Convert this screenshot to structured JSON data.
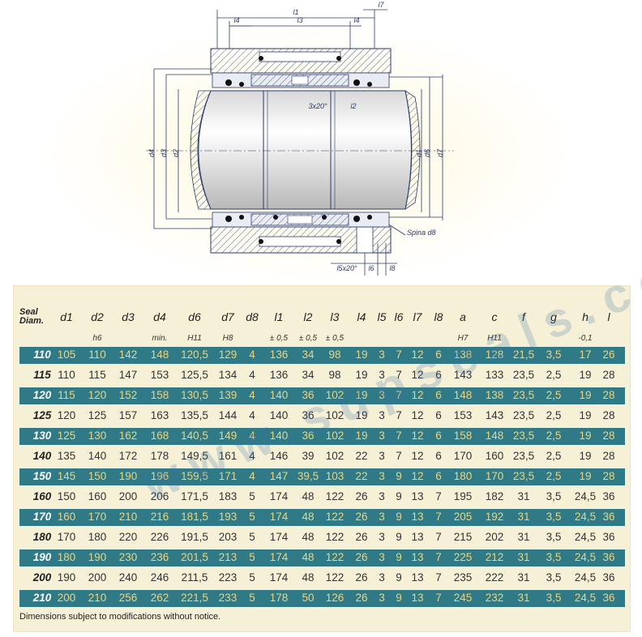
{
  "drawing": {
    "top_labels": [
      "l1",
      "l7",
      "l4",
      "l3",
      "l4"
    ],
    "inner_labels": [
      "3x20°",
      "l2"
    ],
    "left_labels": [
      "d4",
      "d3",
      "d2"
    ],
    "right_labels": [
      "d1",
      "d6",
      "d7"
    ],
    "bottom_labels": [
      "l5x20°",
      "l6",
      "l8"
    ],
    "spina_label": "Spina d8"
  },
  "table": {
    "headers": [
      "Seal Diam.",
      "d1",
      "d2",
      "d3",
      "d4",
      "d6",
      "d7",
      "d8",
      "l1",
      "l2",
      "l3",
      "l4",
      "l5",
      "l6",
      "l7",
      "l8",
      "a",
      "c",
      "f",
      "g",
      "h",
      "l"
    ],
    "subheaders": [
      "",
      "",
      "h6",
      "",
      "min.",
      "H11",
      "H8",
      "",
      "± 0,5",
      "± 0,5",
      "± 0,5",
      "",
      "",
      "",
      "",
      "",
      "H7",
      "H11",
      "",
      "",
      "-0,1",
      ""
    ],
    "rows": [
      [
        "110",
        "105",
        "110",
        "142",
        "148",
        "120,5",
        "129",
        "4",
        "136",
        "34",
        "98",
        "19",
        "3",
        "7",
        "12",
        "6",
        "138",
        "128",
        "21,5",
        "3,5",
        "17",
        "26"
      ],
      [
        "115",
        "110",
        "115",
        "147",
        "153",
        "125,5",
        "134",
        "4",
        "136",
        "34",
        "98",
        "19",
        "3",
        "7",
        "12",
        "6",
        "143",
        "133",
        "23,5",
        "2,5",
        "19",
        "28"
      ],
      [
        "120",
        "115",
        "120",
        "152",
        "158",
        "130,5",
        "139",
        "4",
        "140",
        "36",
        "102",
        "19",
        "3",
        "7",
        "12",
        "6",
        "148",
        "138",
        "23,5",
        "2,5",
        "19",
        "28"
      ],
      [
        "125",
        "120",
        "125",
        "157",
        "163",
        "135,5",
        "144",
        "4",
        "140",
        "36",
        "102",
        "19",
        "3",
        "7",
        "12",
        "6",
        "153",
        "143",
        "23,5",
        "2,5",
        "19",
        "28"
      ],
      [
        "130",
        "125",
        "130",
        "162",
        "168",
        "140,5",
        "149",
        "4",
        "140",
        "36",
        "102",
        "19",
        "3",
        "7",
        "12",
        "6",
        "158",
        "148",
        "23,5",
        "2,5",
        "19",
        "28"
      ],
      [
        "140",
        "135",
        "140",
        "172",
        "178",
        "149,5",
        "161",
        "4",
        "146",
        "39",
        "102",
        "22",
        "3",
        "7",
        "12",
        "6",
        "170",
        "160",
        "23,5",
        "2,5",
        "19",
        "28"
      ],
      [
        "150",
        "145",
        "150",
        "190",
        "196",
        "159,5",
        "171",
        "4",
        "147",
        "39,5",
        "103",
        "22",
        "3",
        "9",
        "12",
        "6",
        "180",
        "170",
        "23,5",
        "2,5",
        "19",
        "28"
      ],
      [
        "160",
        "150",
        "160",
        "200",
        "206",
        "171,5",
        "183",
        "5",
        "174",
        "48",
        "122",
        "26",
        "3",
        "9",
        "13",
        "7",
        "195",
        "182",
        "31",
        "3,5",
        "24,5",
        "36"
      ],
      [
        "170",
        "160",
        "170",
        "210",
        "216",
        "181,5",
        "193",
        "5",
        "174",
        "48",
        "122",
        "26",
        "3",
        "9",
        "13",
        "7",
        "205",
        "192",
        "31",
        "3,5",
        "24,5",
        "36"
      ],
      [
        "180",
        "170",
        "180",
        "220",
        "226",
        "191,5",
        "203",
        "5",
        "174",
        "48",
        "122",
        "26",
        "3",
        "9",
        "13",
        "7",
        "215",
        "202",
        "31",
        "3,5",
        "24,5",
        "36"
      ],
      [
        "190",
        "180",
        "190",
        "230",
        "236",
        "201,5",
        "213",
        "5",
        "174",
        "48",
        "122",
        "26",
        "3",
        "9",
        "13",
        "7",
        "225",
        "212",
        "31",
        "3,5",
        "24,5",
        "36"
      ],
      [
        "200",
        "190",
        "200",
        "240",
        "246",
        "211,5",
        "223",
        "5",
        "174",
        "48",
        "122",
        "26",
        "3",
        "9",
        "13",
        "7",
        "235",
        "222",
        "31",
        "3,5",
        "24,5",
        "36"
      ],
      [
        "210",
        "200",
        "210",
        "256",
        "262",
        "221,5",
        "233",
        "5",
        "178",
        "50",
        "126",
        "26",
        "3",
        "9",
        "13",
        "7",
        "245",
        "232",
        "31",
        "3,5",
        "24,5",
        "36"
      ]
    ]
  },
  "note": "Dimensions subject to modifications without notice.",
  "watermark": "www.supseals.com",
  "colors": {
    "panel": "#f6f1d6",
    "alt_row": "#2f7a86",
    "alt_text": "#f0d37a",
    "drawing_line": "#2a3b6b"
  }
}
